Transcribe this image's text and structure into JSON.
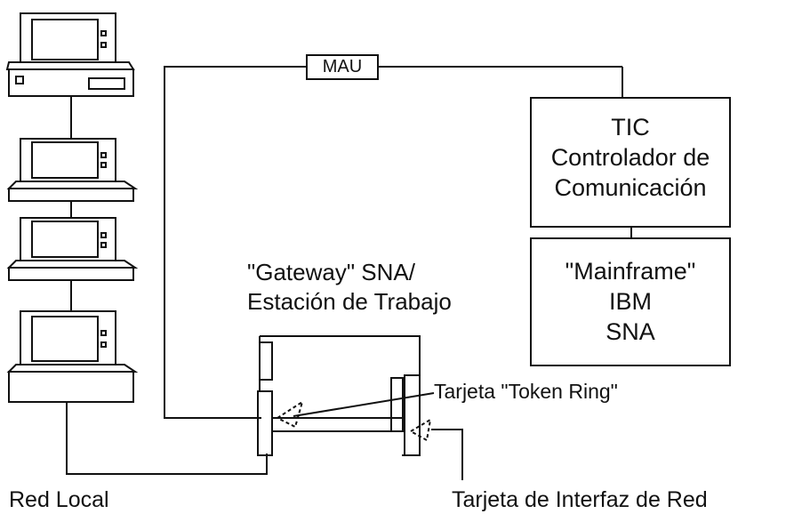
{
  "labels": {
    "mau": "MAU",
    "tic": [
      "TIC",
      "Controlador de",
      "Comunicación"
    ],
    "mainframe": [
      "\"Mainframe\"",
      "IBM",
      "SNA"
    ],
    "gateway": [
      "\"Gateway\" SNA/",
      "Estación de Trabajo"
    ],
    "token_ring": "Tarjeta \"Token Ring\"",
    "red_local": "Red Local",
    "nic": "Tarjeta de Interfaz de Red"
  }
}
